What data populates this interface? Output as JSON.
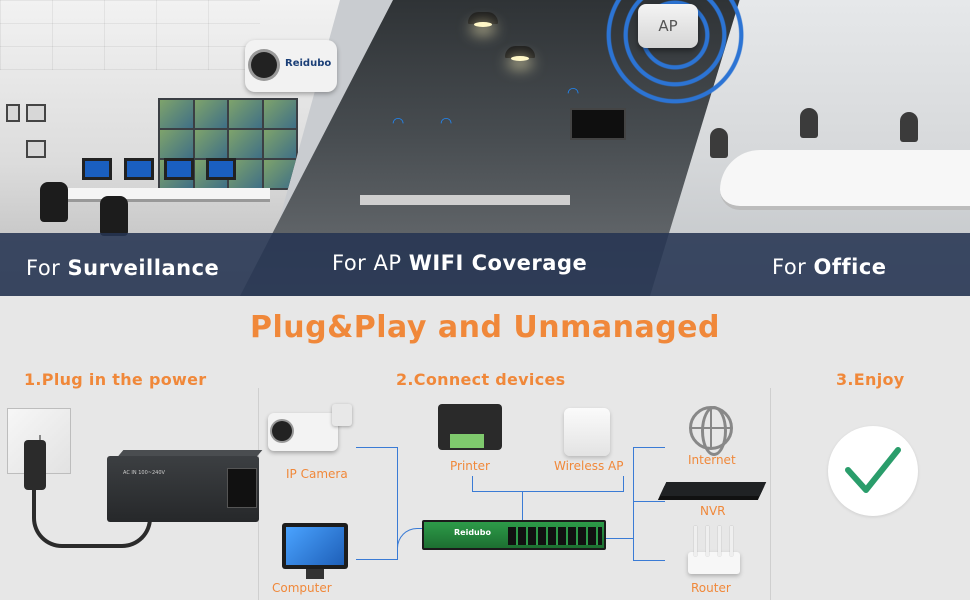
{
  "banner": {
    "panels": [
      {
        "prefix": "For ",
        "bold": "Surveillance"
      },
      {
        "prefix": "For AP ",
        "bold": "WIFI Coverage"
      },
      {
        "prefix": "For ",
        "bold": "Office"
      }
    ],
    "camera_brand": "Reidubo",
    "ap_label": "AP"
  },
  "main": {
    "heading": "Plug&Play and Unmanaged",
    "steps": [
      "1.Plug in the power",
      "2.Connect devices",
      "3.Enjoy"
    ],
    "devices": {
      "ip_camera": "IP Camera",
      "computer": "Computer",
      "printer": "Printer",
      "wireless_ap": "Wireless AP",
      "internet": "Internet",
      "nvr": "NVR",
      "router": "Router"
    },
    "switch_brand": "Reidubo",
    "power_label": "AC IN 100~240V"
  },
  "colors": {
    "accent_orange": "#f0883a",
    "caption_band": "#263452",
    "link_blue": "#3a7bd5",
    "check_green": "#2a9d6b",
    "switch_green": "#2d9b49"
  }
}
